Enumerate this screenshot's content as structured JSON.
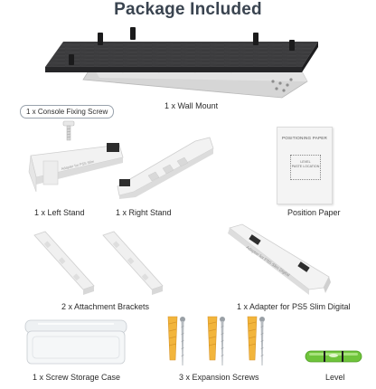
{
  "title": "Package Included",
  "items": {
    "wall_mount": "1 x Wall Mount",
    "fixing_screw": "1 x Console Fixing Screw",
    "left_stand": "1 x Left Stand",
    "right_stand": "1 x Right Stand",
    "positioning_paper": "Position Paper",
    "attachment_brackets": "2 x Attachment Brackets",
    "adapter": "1 x Adapter for PS5 Slim Digital",
    "storage_case": "1 x Screw Storage Case",
    "expansion_screws": "3 x Expansion Screws",
    "level": "Level"
  },
  "paper": {
    "heading": "POSITIONING PAPER",
    "note_line1": "LEVEL",
    "note_line2": "PASTE LOCATION"
  },
  "adapter_print": "Adapter for PS5 Slim Digital",
  "left_stand_print": "Adapter for PS5 Slim"
}
